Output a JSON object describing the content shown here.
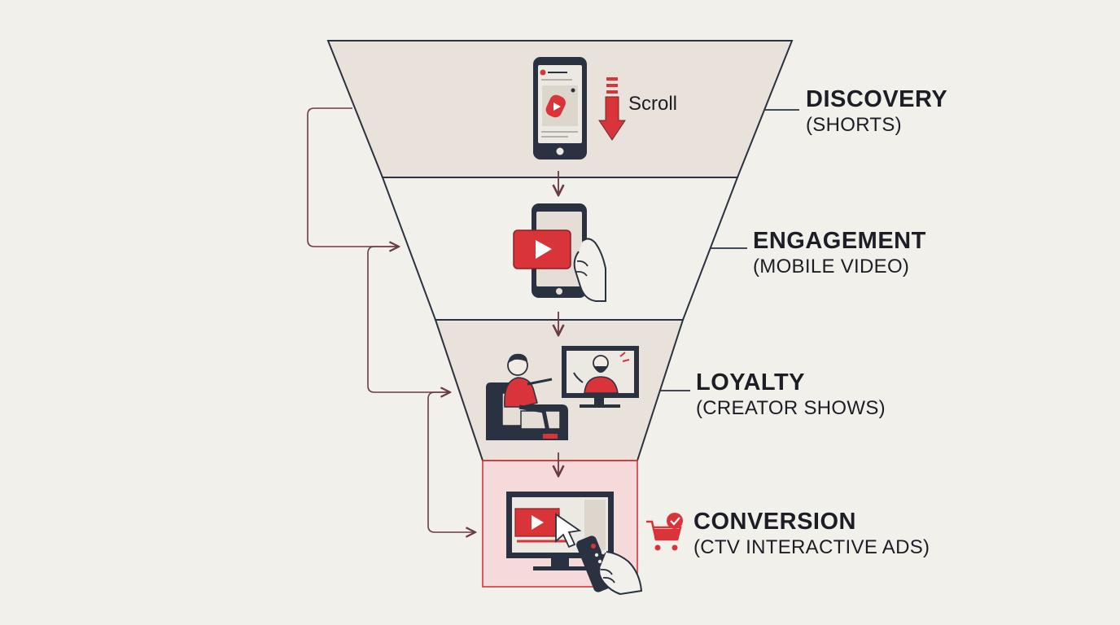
{
  "stages": [
    {
      "title": "DISCOVERY",
      "subtitle": "(SHORTS)"
    },
    {
      "title": "ENGAGEMENT",
      "subtitle": "(MOBILE VIDEO)"
    },
    {
      "title": "LOYALTY",
      "subtitle": "(CREATOR SHOWS)"
    },
    {
      "title": "CONVERSION",
      "subtitle": "(CTV INTERACTIVE ADS)"
    }
  ],
  "scroll_label": "Scroll",
  "colors": {
    "background": "#f2f0eb",
    "outline": "#2a3140",
    "band_fill": "#e8e2da",
    "conversion_fill": "#f6dada",
    "accent_red": "#d9343a",
    "arrow": "#6b3a44"
  },
  "icons": [
    "shorts-phone-icon",
    "scroll-down-arrow-icon",
    "mobile-video-phone-icon",
    "creator-show-tv-icon",
    "ctv-ad-tv-icon",
    "shopping-cart-icon",
    "tv-remote-icon"
  ]
}
